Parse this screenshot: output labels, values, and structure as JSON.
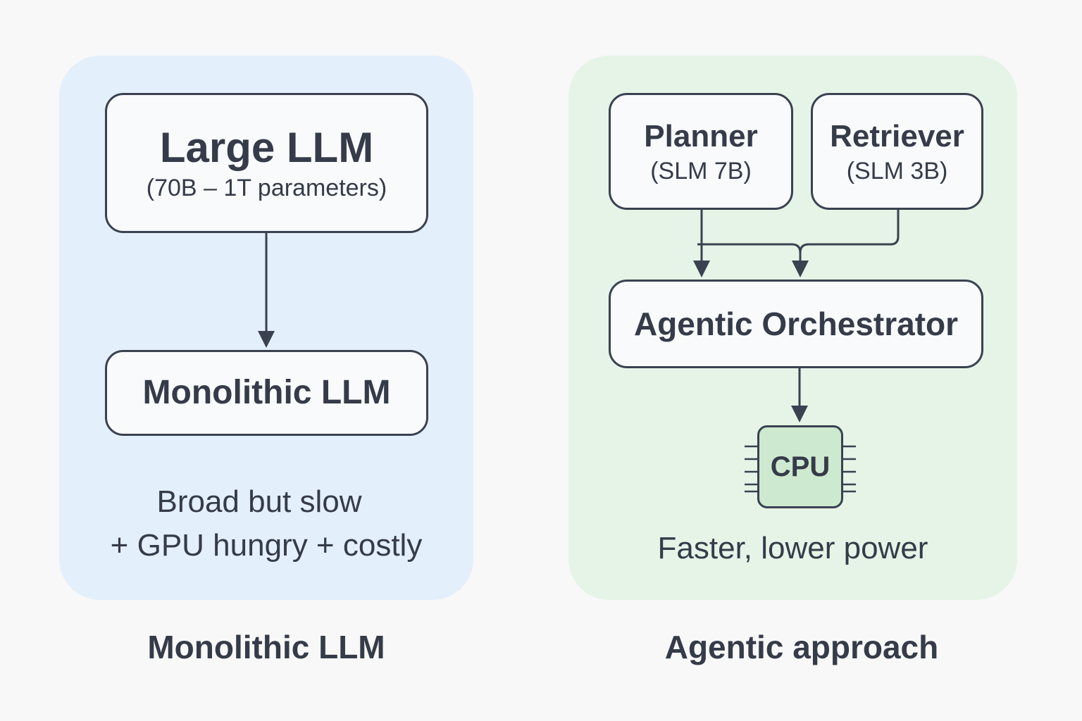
{
  "left_panel": {
    "large_llm": {
      "title": "Large LLM",
      "subtitle": "(70B – 1T parameters)"
    },
    "monolithic_node": {
      "title": "Monolithic LLM"
    },
    "note_line1": "Broad but slow",
    "note_line2": "+ GPU hungry + costly",
    "caption": "Monolithic LLM"
  },
  "right_panel": {
    "planner": {
      "title": "Planner",
      "subtitle": "(SLM 7B)"
    },
    "retriever": {
      "title": "Retriever",
      "subtitle": "(SLM 3B)"
    },
    "orchestrator": {
      "title": "Agentic Orchestrator"
    },
    "cpu_label": "CPU",
    "note": "Faster, lower power",
    "caption": "Agentic approach"
  },
  "colors": {
    "background": "#f8f8f8",
    "left_panel_bg": "#e3effa",
    "right_panel_bg": "#e5f4e7",
    "node_fill": "#f8fafc",
    "stroke": "#3a4150",
    "cpu_fill": "#cde9cf",
    "text": "#353b48"
  }
}
